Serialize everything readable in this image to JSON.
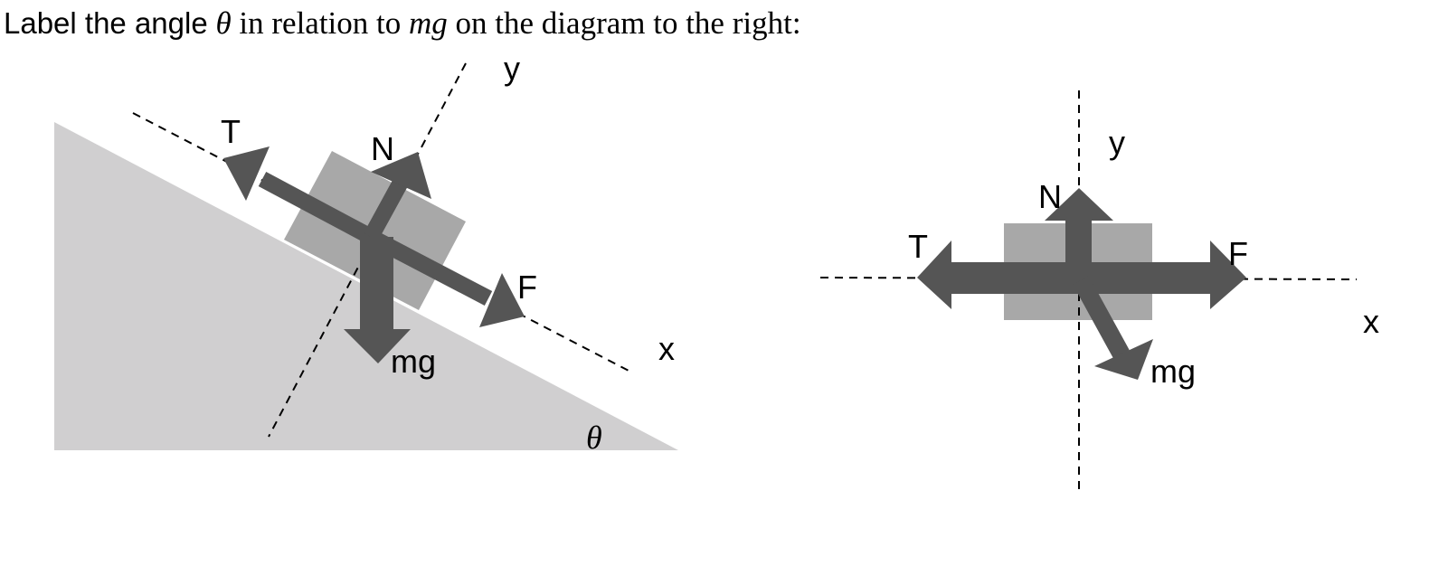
{
  "prompt": {
    "prefix": "Label the angle",
    "theta": "θ",
    "middle": "in relation to",
    "mg": "mg",
    "suffix": "on the diagram to the right:"
  },
  "left_diagram": {
    "axis_x_label": "x",
    "axis_y_label": "y",
    "force_tension_label": "T",
    "force_normal_label": "N",
    "force_friction_label": "F",
    "force_weight_label": "mg",
    "angle_label": "θ"
  },
  "right_diagram": {
    "axis_x_label": "x",
    "axis_y_label": "y",
    "force_tension_label": "T",
    "force_normal_label": "N",
    "force_friction_label": "F",
    "force_weight_label": "mg"
  },
  "colors": {
    "incline": "#d0cfd0",
    "block": "#a8a8a8",
    "arrow": "#555555",
    "axis": "#000000"
  }
}
